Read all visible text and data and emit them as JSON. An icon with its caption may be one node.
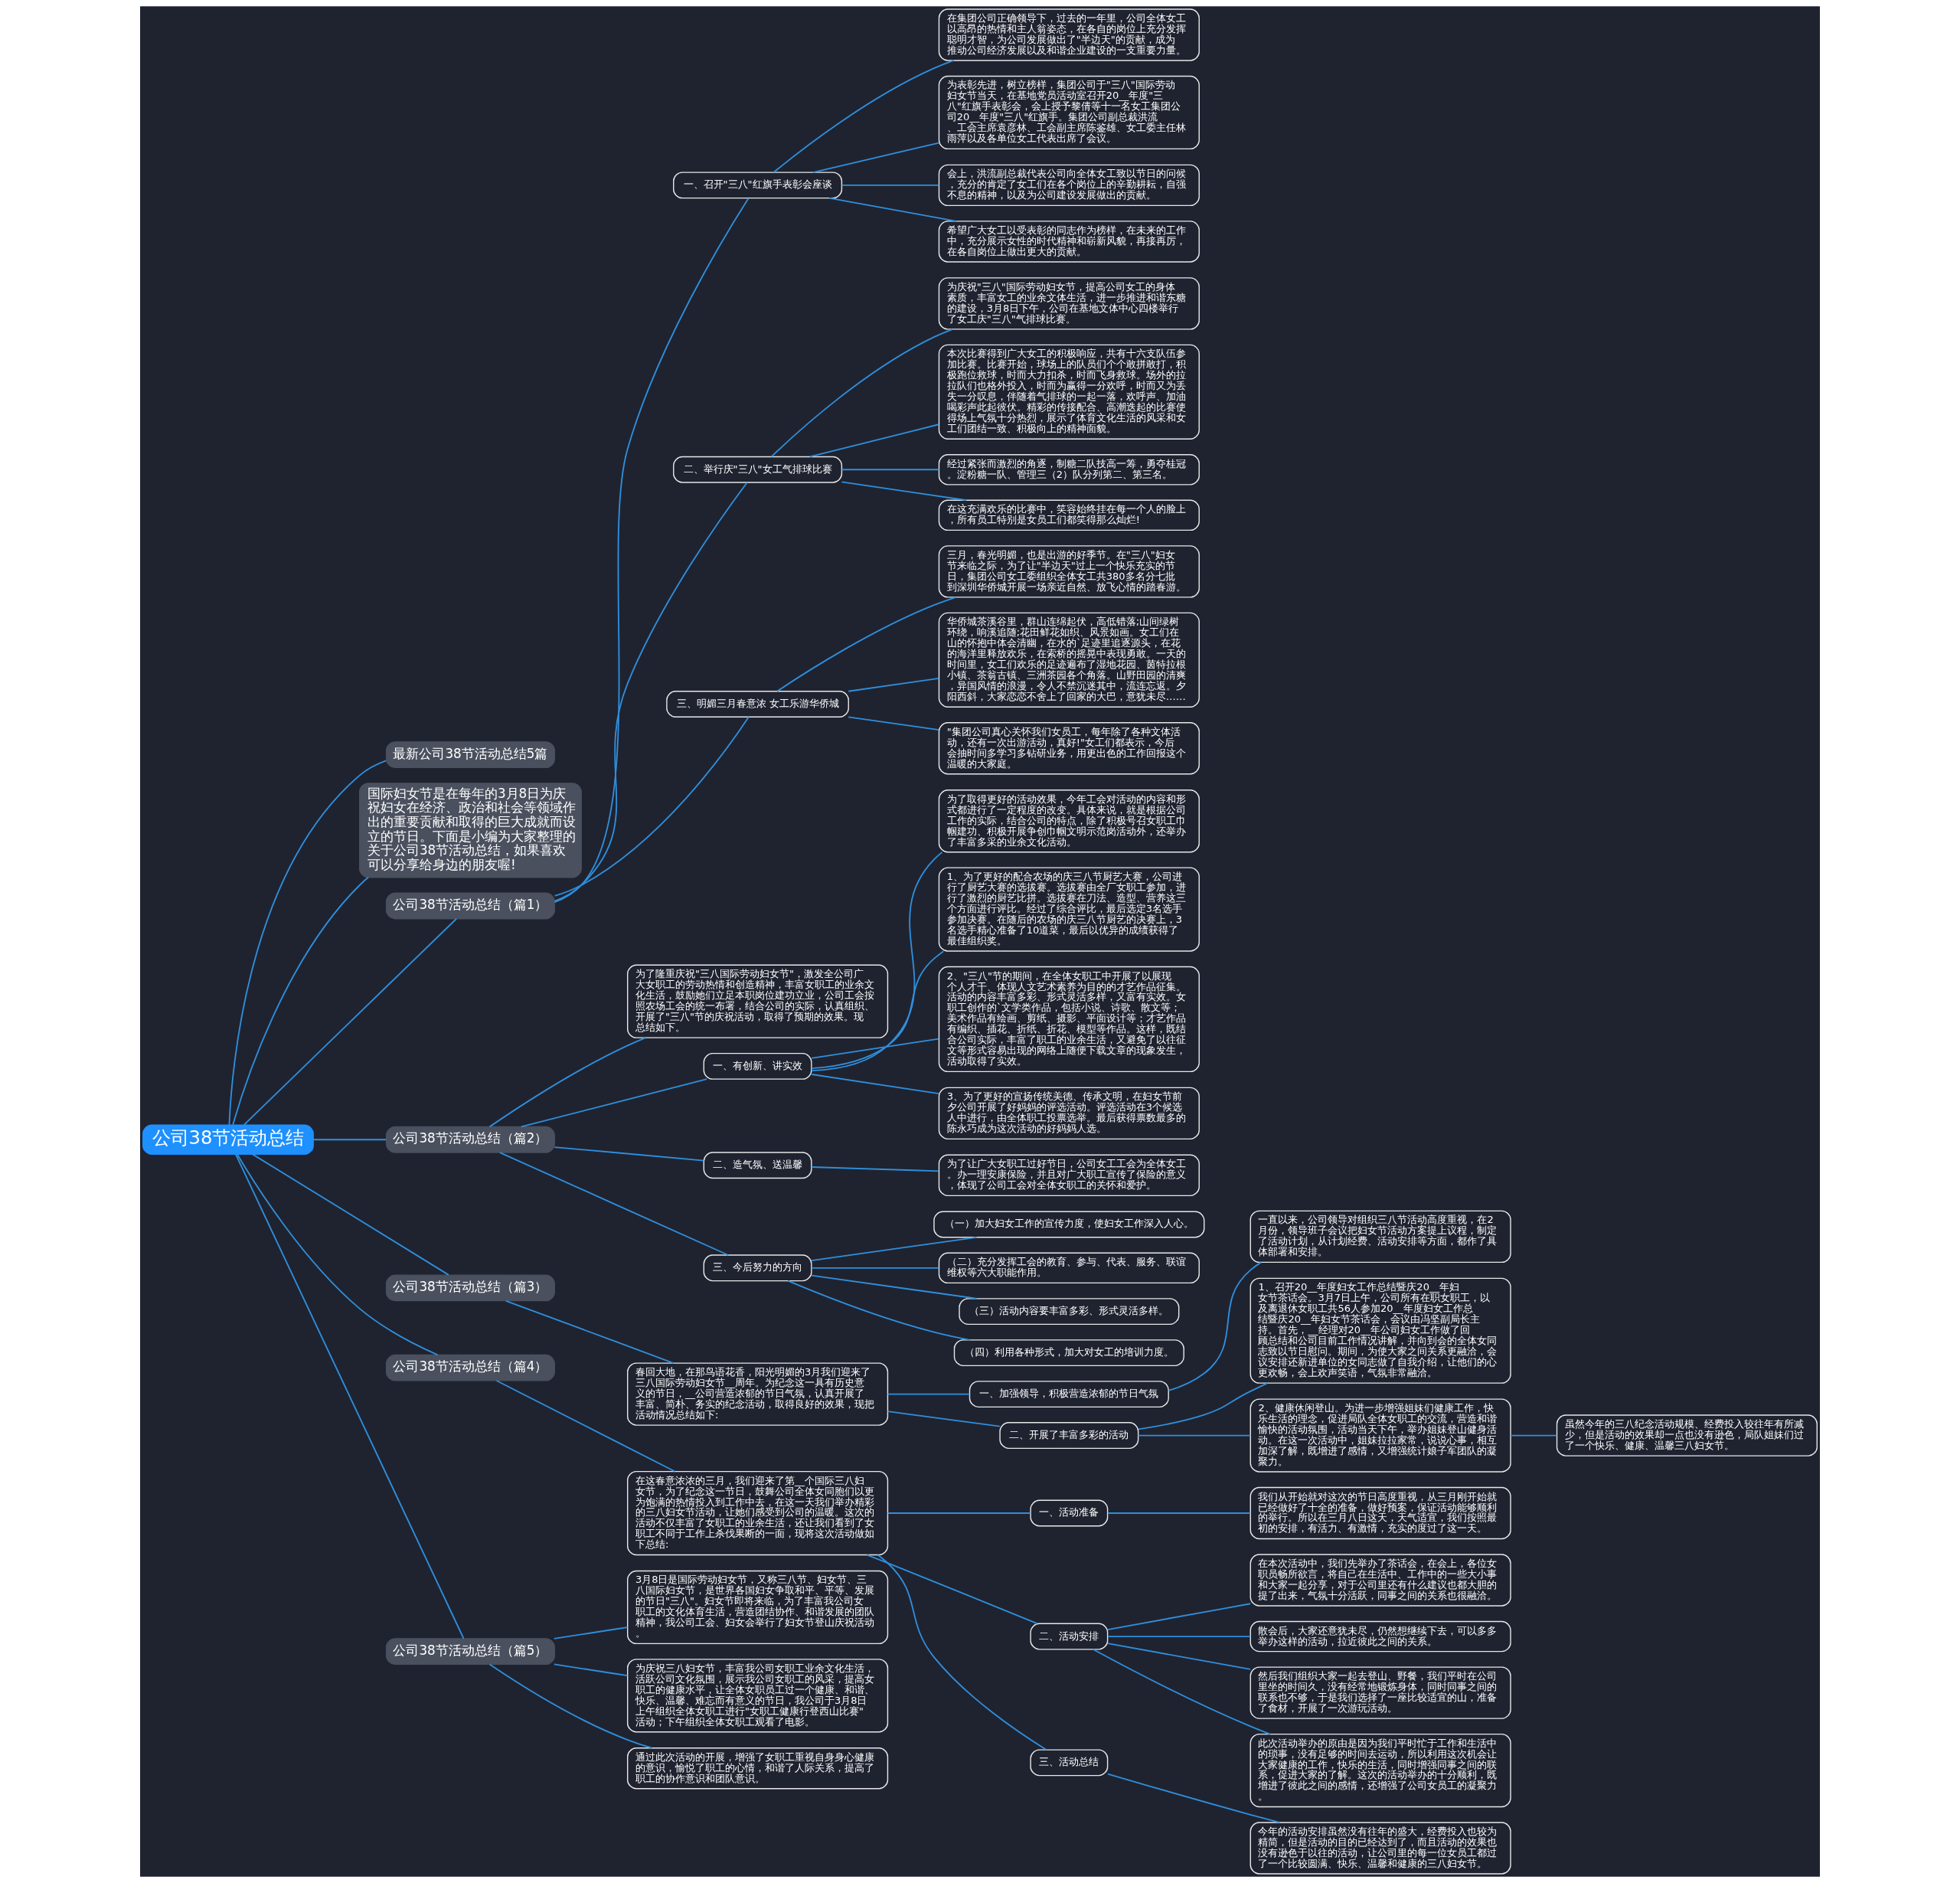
{
  "diagram": {
    "nodes": [
      {
        "text": [
          "公司38节活动总结"
        ]
      },
      {
        "text": [
          "最新公司38节活动总结5篇"
        ]
      },
      {
        "text": [
          "国际妇女节是在每年的3月8日为庆祝妇女在经济、政治和社会等领域作出的重要贡献和取得的巨大成就而设立的节日。下面是小编为大家整理的关于公司38节活动总结，如果喜欢可以分享给身边的朋友喔!"
        ]
      },
      {
        "text": [
          "公司38节活动总结（篇1）"
        ]
      },
      {
        "text": [
          "一、召开\"三八\"红旗手表彰会座谈"
        ]
      },
      {
        "text": [
          "在集团公司正确领导下，过去的一年里，公司全体女工以高昂的热情和主人翁姿态，在各自的岗位上充分发挥聪明才智，为公司发展做出了\"半边天\"的贡献，成为推动公司经济发展以及和谐企业建设的一支重要力量。"
        ]
      },
      {
        "text": [
          "为表彰先进，树立榜样，集团公司于\"三八\"国际劳动妇女节当天，在基地党员活动室召开20__年度\"三八\"红旗手表彰会，会上授予黎倩等十一名女工集团公司20__年度\"三八\"红旗手。集团公司副总裁洪流、工会主席袁彦林、工会副主席陈鉴雄、女工委主任林雨萍以及各单位女工代表出席了会议。"
        ]
      },
      {
        "text": [
          "会上，洪流副总裁代表公司向全体女工致以节日的问候，充分的肯定了女工们在各个岗位上的辛勤耕耘，自强不息的精神，以及为公司建设发展做出的贡献。"
        ]
      },
      {
        "text": [
          "希望广大女工以受表彰的同志作为榜样，在未来的工作中，充分展示女性的时代精神和崭新风貌，再接再厉，在各自岗位上做出更大的贡献。"
        ]
      },
      {
        "text": [
          "二、举行庆\"三八\"女工气排球比赛"
        ]
      },
      {
        "text": [
          "为庆祝\"三八\"国际劳动妇女节，提高公司女工的身体素质，丰富女工的业余文体生活，进一步推进和谐东糖的建设，3月8日下午，公司在基地文体中心四楼举行了女工庆\"三八\"气排球比赛。"
        ]
      },
      {
        "text": [
          "本次比赛得到广大女工的积极响应，共有十六支队伍参加比赛。比赛开始，球场上的队员们个个敢拼敢打，积极跑位救球，时而大力扣杀，时而飞身救球。场外的拉拉队们也格外投入，时而为赢得一分欢呼，时而又为丢失一分叹息，伴随着气排球的一起一落，欢呼声、加油喝彩声此起彼伏。精彩的传接配合、高潮迭起的比赛使得场上气氛十分热烈，展示了体育文化生活的风采和女工们团结一致、积极向上的精神面貌。"
        ]
      },
      {
        "text": [
          "经过紧张而激烈的角逐，制糖二队技高一筹，勇夺桂冠。淀粉糖一队、管理三（2）队分列第二、第三名。"
        ]
      },
      {
        "text": [
          "在这充满欢乐的比赛中，笑容始终挂在每一个人的脸上，所有员工特别是女员工们都笑得那么灿烂!"
        ]
      },
      {
        "text": [
          "三、明媚三月春意浓 女工乐游华侨城"
        ]
      },
      {
        "text": [
          "三月，春光明媚，也是出游的好季节。在\"三八\"妇女节来临之际，为了让\"半边天\"过上一个快乐充实的节日，集团公司女工委组织全体女工共380多名分七批到深圳华侨城开展一场亲近自然、放飞心情的踏春游。"
        ]
      },
      {
        "text": [
          "华侨城茶溪谷里，群山连绵起伏，高低错落;山间绿树环绕，响溪追随;花田鲜花如织、风景如画。女工们在山的怀抱中体会清幽，在水的`足迹里追逐源头，在花的海洋里释放欢乐，在索桥的摇晃中表现勇敢。一天的时间里，女工们欢乐的足迹遍布了湿地花园、茵特拉根小镇、茶翁古镇、三洲茶园各个角落。山野田园的清爽，异国风情的浪漫，令人不禁沉迷其中，流连忘返。夕阳西斜，大家恋恋不舍上了回家的大巴，意犹未尽……"
        ]
      },
      {
        "text": [
          "\"集团公司真心关怀我们女员工，每年除了各种文体活动，还有一次出游活动，真好!\"女工们都表示，今后会抽时间多学习多钻研业务，用更出色的工作回报这个温暖的大家庭。"
        ]
      },
      {
        "text": [
          "公司38节活动总结（篇2）"
        ]
      },
      {
        "text": [
          "为了隆重庆祝\"三八国际劳动妇女节\"，激发全公司广大女职工的劳动热情和创造精神，丰富女职工的业余文化生活，鼓励她们立足本职岗位建功立业，公司工会按照农场工会的统一布署，结合公司的实际，认真组织、开展了\"三八\"节的庆祝活动，取得了预期的效果。现总结如下。"
        ]
      },
      {
        "text": [
          "一、有创新、讲实效"
        ]
      },
      {
        "text": [
          "为了取得更好的活动效果，今年工会对活动的内容和形式都进行了一定程度的改变。具体来说，就是根据公司工作的实际，结合公司的特点，除了积极号召女职工巾帼建功、积极开展争创巾帼文明示范岗活动外，还举办了丰富多采的业余文化活动。"
        ]
      },
      {
        "text": [
          "1、为了更好的配合农场的庆三八节厨艺大赛，公司进行了厨艺大赛的选拔赛。选拔赛由全厂女职工参加，进行了激烈的厨艺比拼。选拔赛在刀法、造型、营养这三个方面进行评比。经过了综合评比，最后选定3名选手参加决赛。在随后的农场的庆三八节厨艺的决赛上，3名选手精心准备了10道菜，最后以优异的成绩获得了最佳组织奖。"
        ]
      },
      {
        "text": [
          "2、\"三八\"节的期间，在全体女职工中开展了以展现个人才干、体现人文艺术素养为目的的才艺作品征集。活动的内容丰富多彩、形式灵活多样，又富有实效。女职工创作的`文学类作品，包括小说、诗歌、散文等；美术作品有绘画、剪纸、摄影、平面设计等；才艺作品有编织、插花、折纸、折花、模型等作品。这样，既结合公司实际，丰富了职工的业余生活，又避免了以往征文等形式容易出现的网络上随便下载文章的现象发生，活动取得了实效。"
        ]
      },
      {
        "text": [
          "3、为了更好的宣扬传统美德、传承文明，在妇女节前夕公司开展了好妈妈的评选活动。评选活动在3个候选人中进行，由全体职工投票选举。最后获得票数最多的陈永巧成为这次活动的好妈妈人选。"
        ]
      },
      {
        "text": [
          "二、造气氛、送温馨"
        ]
      },
      {
        "text": [
          "为了让广大女职工过好节日，公司女工工会为全体女工。办一理安康保险，并且对广大职工宣传了保险的意义，体现了公司工会对全体女职工的关怀和爱护。"
        ]
      },
      {
        "text": [
          "三、今后努力的方向"
        ]
      },
      {
        "text": [
          "（一）加大妇女工作的宣传力度，使妇女工作深入人心。"
        ]
      },
      {
        "text": [
          "（二）充分发挥工会的教育、参与、代表、服务、联谊维权等六大职能作用。"
        ]
      },
      {
        "text": [
          "（三）活动内容要丰富多彩、形式灵活多样。"
        ]
      },
      {
        "text": [
          "（四）利用各种形式，加大对女工的培训力度。"
        ]
      },
      {
        "text": [
          "公司38节活动总结（篇3）"
        ]
      },
      {
        "text": [
          "春回大地，在那鸟语花香，阳光明媚的3月我们迎来了三八国际劳动妇女节__周年。为纪念这一具有历史意义的节日，__公司营造浓郁的节日气氛，认真开展了丰富、简朴、务实的纪念活动，取得良好的效果，现把活动情况总结如下:"
        ]
      },
      {
        "text": [
          "一、加强领导，积极营造浓郁的节日气氛"
        ]
      },
      {
        "text": [
          "一直以来，公司领导对组织三八节活动高度重视，在2月份，领导班子会议把妇女节活动方案提上议程，制定了活动计划，从计划经费、活动安排等方面，都作了具体部署和安排。"
        ]
      },
      {
        "text": [
          "二、开展了丰富多彩的活动"
        ]
      },
      {
        "text": [
          "1、召开20__年度妇女工作总结暨庆20__年妇女节茶话会。3月7日上午，公司所有在职女职工，以及离退休女职工共56人参加20__年度妇女工作总结暨庆20__年妇女节茶话会，会议由冯坚副局长主持。首先，__经理对20__年公司妇女工作做了回顾总结和公司目前工作情况讲解，并向到会的全体女同志致以节日慰问。期间，为使大家之间关系更融洽，会议安排还新进单位的女同志做了自我介绍，让他们的心更欢畅，会上欢声笑语，气氛非常融洽。"
        ]
      },
      {
        "text": [
          "2、健康休闲登山。为进一步增强姐妹们健康工作，快乐生活的理念，促进局队全体女职工的交流，营造和谐愉快的活动氛围，活动当天下午，举办姐妹登山健身活动。在这一次活动中，姐妹拉拉家常，说说心事，相互加深了解，既增进了感情，又增强统计娘子军团队的凝聚力。"
        ]
      },
      {
        "text": [
          "虽然今年的三八纪念活动规模、经费投入较往年有所减少，但是活动的效果却一点也没有逊色，局队姐妹们过了一个快乐、健康、温馨三八妇女节。"
        ]
      },
      {
        "text": [
          "公司38节活动总结（篇4）"
        ]
      },
      {
        "text": [
          "在这春意浓浓的三月，我们迎来了第__个国际三八妇女节，为了纪念这一节日，鼓舞公司全体女同胞们以更为饱满的热情投入到工作中去，在这一天我们举办精彩的三八妇女节活动，让她们感受到公司的温暖。这次的活动不仅丰富了女职工的业余生活，还让我们看到了女职工不同于工作上杀伐果断的一面，现将这次活动做如下总结:"
        ]
      },
      {
        "text": [
          "一、活动准备"
        ]
      },
      {
        "text": [
          "我们从开始就对这次的节日高度重视，从三月刚开始就已经做好了十全的准备，做好预案，保证活动能够顺利的举行。所以在三月八日这天，天气适宜，我们按照最初的安排，有活力、有激情，充实的度过了这一天。"
        ]
      },
      {
        "text": [
          "二、活动安排"
        ]
      },
      {
        "text": [
          "在本次活动中，我们先举办了茶话会，在会上，各位女职员畅所欲言，将自己在生活中、工作中的一些大小事和大家一起分享，对于公司里还有什么建议也都大胆的提了出来，气氛十分活跃，同事之间的关系也很融洽。"
        ]
      },
      {
        "text": [
          "散会后，大家还意犹未尽，仍然想继续下去，可以多多举办这样的活动，拉近彼此之间的关系。"
        ]
      },
      {
        "text": [
          "然后我们组织大家一起去登山、野餐，我们平时在公司里坐的时间久，没有经常地锻炼身体，同时同事之间的联系也不够，于是我们选择了一座比较适宜的山，准备了食材，开展了一次游玩活动。"
        ]
      },
      {
        "text": [
          "此次活动举办的原由是因为我们平时忙于工作和生活中的琐事，没有足够的时间去运动，所以利用这次机会让大家健康的工作，快乐的生活，同时增强同事之间的联系，促进大家的了解。这次的活动举办的十分顺利，既增进了彼此之间的感情，还增强了公司女员工的凝聚力。"
        ]
      },
      {
        "text": [
          "三、活动总结"
        ]
      },
      {
        "text": [
          "今年的活动安排虽然没有往年的盛大，经费投入也较为精简，但是活动的目的已经达到了，而且活动的效果也没有逊色于以往的活动，让公司里的每一位女员工都过了一个比较圆满、快乐、温馨和健康的三八妇女节。"
        ]
      },
      {
        "text": [
          "公司38节活动总结（篇5）"
        ]
      },
      {
        "text": [
          "3月8日是国际劳动妇女节，又称三八节、妇女节、三八国际妇女节，是世界各国妇女争取和平、平等、发展的节日\"三八\"。妇女节即将来临，为了丰富我公司女职工的文化体育生活，营造团结协作、和谐发展的团队精神，我公司工会、妇女会举行了妇女节登山庆祝活动。"
        ]
      },
      {
        "text": [
          "为庆祝三八妇女节，丰富我公司女职工业余文化生活，活跃公司文化氛围，展示我公司女职工的风采，提高女职工的健康水平，让全体女职员工过一个健康、和谐、快乐、温馨、难忘而有意义的节日，我公司于3月8日上午组织全体女职工进行\"女职工健康行登西山比赛\"活动；下午组织全体女职工观看了电影。"
        ]
      },
      {
        "text": [
          "通过此次活动的开展，增强了女职工重视自身身心健康的意识，愉悦了职工的心情，和谐了人际关系，提高了职工的协作意识和团队意识。"
        ]
      }
    ],
    "edges": [
      {
        "from": 0,
        "to": 1,
        "arrow": "none"
      },
      {
        "from": 0,
        "to": 2,
        "arrow": "none"
      },
      {
        "from": 0,
        "to": 3,
        "arrow": "none"
      },
      {
        "from": 3,
        "to": 4,
        "arrow": "none"
      },
      {
        "from": 4,
        "to": 5,
        "arrow": "none"
      },
      {
        "from": 4,
        "to": 6,
        "arrow": "none"
      },
      {
        "from": 4,
        "to": 7,
        "arrow": "none"
      },
      {
        "from": 4,
        "to": 8,
        "arrow": "none"
      },
      {
        "from": 3,
        "to": 9,
        "arrow": "none"
      },
      {
        "from": 9,
        "to": 10,
        "arrow": "none"
      },
      {
        "from": 9,
        "to": 11,
        "arrow": "none"
      },
      {
        "from": 9,
        "to": 12,
        "arrow": "none"
      },
      {
        "from": 9,
        "to": 13,
        "arrow": "none"
      },
      {
        "from": 3,
        "to": 14,
        "arrow": "none"
      },
      {
        "from": 14,
        "to": 15,
        "arrow": "none"
      },
      {
        "from": 14,
        "to": 16,
        "arrow": "none"
      },
      {
        "from": 14,
        "to": 17,
        "arrow": "none"
      },
      {
        "from": 0,
        "to": 18,
        "arrow": "none"
      },
      {
        "from": 18,
        "to": 19,
        "arrow": "none"
      },
      {
        "from": 18,
        "to": 20,
        "arrow": "none"
      },
      {
        "from": 20,
        "to": 21,
        "arrow": "none"
      },
      {
        "from": 20,
        "to": 22,
        "arrow": "none"
      },
      {
        "from": 20,
        "to": 23,
        "arrow": "none"
      },
      {
        "from": 20,
        "to": 24,
        "arrow": "none"
      },
      {
        "from": 18,
        "to": 25,
        "arrow": "none"
      },
      {
        "from": 25,
        "to": 26,
        "arrow": "none"
      },
      {
        "from": 18,
        "to": 27,
        "arrow": "none"
      },
      {
        "from": 27,
        "to": 28,
        "arrow": "none"
      },
      {
        "from": 27,
        "to": 29,
        "arrow": "none"
      },
      {
        "from": 27,
        "to": 30,
        "arrow": "none"
      },
      {
        "from": 27,
        "to": 31,
        "arrow": "none"
      },
      {
        "from": 0,
        "to": 32,
        "arrow": "none"
      },
      {
        "from": 32,
        "to": 33,
        "arrow": "none"
      },
      {
        "from": 33,
        "to": 34,
        "arrow": "none"
      },
      {
        "from": 34,
        "to": 35,
        "arrow": "none"
      },
      {
        "from": 33,
        "to": 36,
        "arrow": "none"
      },
      {
        "from": 36,
        "to": 37,
        "arrow": "none"
      },
      {
        "from": 36,
        "to": 38,
        "arrow": "none"
      },
      {
        "from": 38,
        "to": 39,
        "arrow": "none"
      },
      {
        "from": 0,
        "to": 40,
        "arrow": "none"
      },
      {
        "from": 40,
        "to": 41,
        "arrow": "none"
      },
      {
        "from": 41,
        "to": 42,
        "arrow": "none"
      },
      {
        "from": 42,
        "to": 43,
        "arrow": "none"
      },
      {
        "from": 41,
        "to": 44,
        "arrow": "none"
      },
      {
        "from": 44,
        "to": 45,
        "arrow": "none"
      },
      {
        "from": 44,
        "to": 46,
        "arrow": "none"
      },
      {
        "from": 44,
        "to": 47,
        "arrow": "none"
      },
      {
        "from": 44,
        "to": 48,
        "arrow": "none"
      },
      {
        "from": 41,
        "to": 49,
        "arrow": "none"
      },
      {
        "from": 49,
        "to": 50,
        "arrow": "none"
      },
      {
        "from": 0,
        "to": 51,
        "arrow": "none"
      },
      {
        "from": 51,
        "to": 52,
        "arrow": "none"
      },
      {
        "from": 51,
        "to": 53,
        "arrow": "none"
      },
      {
        "from": 51,
        "to": 54,
        "arrow": "none"
      }
    ]
  }
}
